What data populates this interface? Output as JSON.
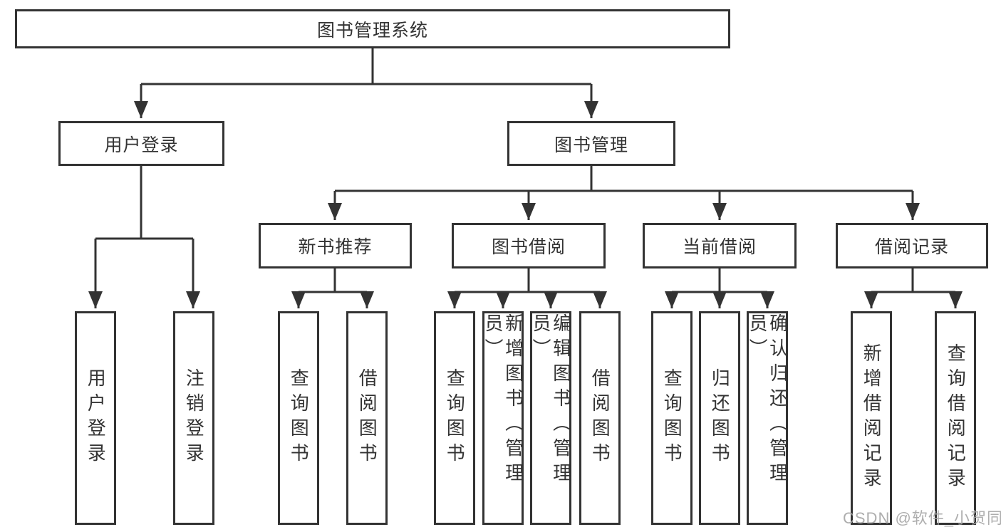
{
  "diagram": {
    "root": "图书管理系统",
    "level2": [
      "用户登录",
      "图书管理"
    ],
    "level3": [
      "新书推荐",
      "图书借阅",
      "当前借阅",
      "借阅记录"
    ],
    "leaves": [
      "用户登录",
      "注销登录",
      "查询图书",
      "借阅图书",
      "查询图书",
      "新增图书（管理员）",
      "编辑图书（管理员）",
      "借阅图书",
      "查询图书",
      "归还图书",
      "确认归还（管理员）",
      "新增借阅记录",
      "查询借阅记录"
    ]
  },
  "watermark": "CSDN @软件_小贺同学",
  "colors": {
    "line": "#333333",
    "text": "#333333",
    "background": "#ffffff",
    "watermark": "#a5a5a5"
  }
}
